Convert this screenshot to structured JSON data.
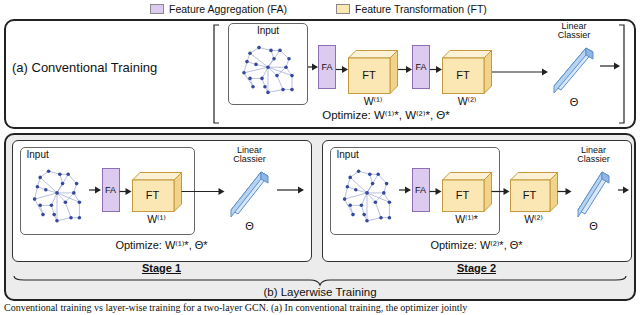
{
  "diagram": {
    "caption": "Conventional training vs layer-wise training for a two-layer GCN. (a) In conventional training, the optimizer jointly",
    "nodes": [
      {
        "text": [
          "(a) Conventional Training",
          "Optimize: W⁽¹⁾*, W⁽²⁾*, Θ*"
        ]
      },
      {
        "text": [
          "Input"
        ],
        "in": 0
      },
      {
        "text": [
          "FA"
        ],
        "in": 0
      },
      {
        "text": [
          "FT",
          "W⁽¹⁾"
        ],
        "in": 0
      },
      {
        "text": [
          "FA"
        ],
        "in": 0
      },
      {
        "text": [
          "FT",
          "W⁽²⁾"
        ],
        "in": 0
      },
      {
        "text": [
          "Linear Classier",
          "Θ"
        ],
        "in": 0
      },
      {
        "text": [
          "(b) Layerwise Training"
        ]
      },
      {
        "text": [
          "Optimize: W⁽¹⁾*, Θ*",
          "Stage 1"
        ],
        "in": 7
      },
      {
        "text": [
          "Input"
        ],
        "in": 8
      },
      {
        "text": [
          "FA"
        ],
        "in": 9
      },
      {
        "text": [
          "FT",
          "W⁽¹⁾"
        ],
        "in": 9
      },
      {
        "text": [
          "Linear Classier",
          "Θ"
        ],
        "in": 8
      },
      {
        "text": [
          "Optimize: W⁽²⁾*, Θ*",
          "Stage 2"
        ],
        "in": 7
      },
      {
        "text": [
          "Input"
        ],
        "in": 13
      },
      {
        "text": [
          "FA"
        ],
        "in": 14
      },
      {
        "text": [
          "FT",
          "W⁽¹⁾*"
        ],
        "in": 14
      },
      {
        "text": [
          "FT",
          "W⁽²⁾"
        ],
        "in": 13
      },
      {
        "text": [
          "Linear Classier",
          "Θ"
        ],
        "in": 13
      }
    ],
    "edges": [
      {
        "from": 1,
        "to": 2,
        "arrow": "to"
      },
      {
        "from": 2,
        "to": 3,
        "arrow": "to"
      },
      {
        "from": 3,
        "to": 4,
        "arrow": "to"
      },
      {
        "from": 4,
        "to": 5,
        "arrow": "to"
      },
      {
        "from": 5,
        "to": 6,
        "arrow": "to"
      },
      {
        "from": 10,
        "to": 11,
        "arrow": "to"
      },
      {
        "from": 11,
        "to": 12,
        "arrow": "to"
      },
      {
        "from": 15,
        "to": 16,
        "arrow": "to"
      },
      {
        "from": 16,
        "to": 17,
        "arrow": "to"
      },
      {
        "from": 17,
        "to": 18,
        "arrow": "to"
      }
    ],
    "legend": [
      {
        "text": "Feature Aggregation (FA)",
        "color": "#dccaef"
      },
      {
        "text": "Feature Transformation (FT)",
        "color": "#fbe7b3"
      }
    ]
  }
}
